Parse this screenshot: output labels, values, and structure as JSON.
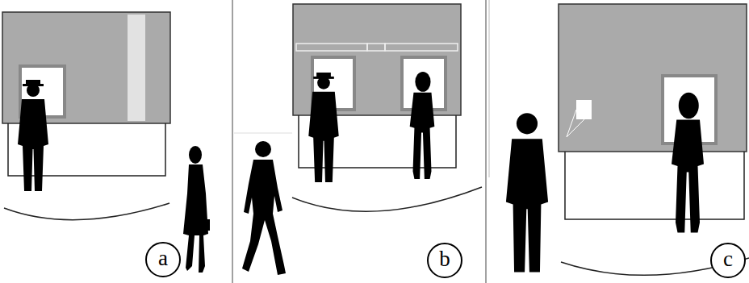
{
  "diagram": {
    "nodes": [
      {
        "text": [
          "a"
        ]
      },
      {
        "text": [
          "b"
        ]
      },
      {
        "text": [
          "c"
        ]
      }
    ]
  }
}
